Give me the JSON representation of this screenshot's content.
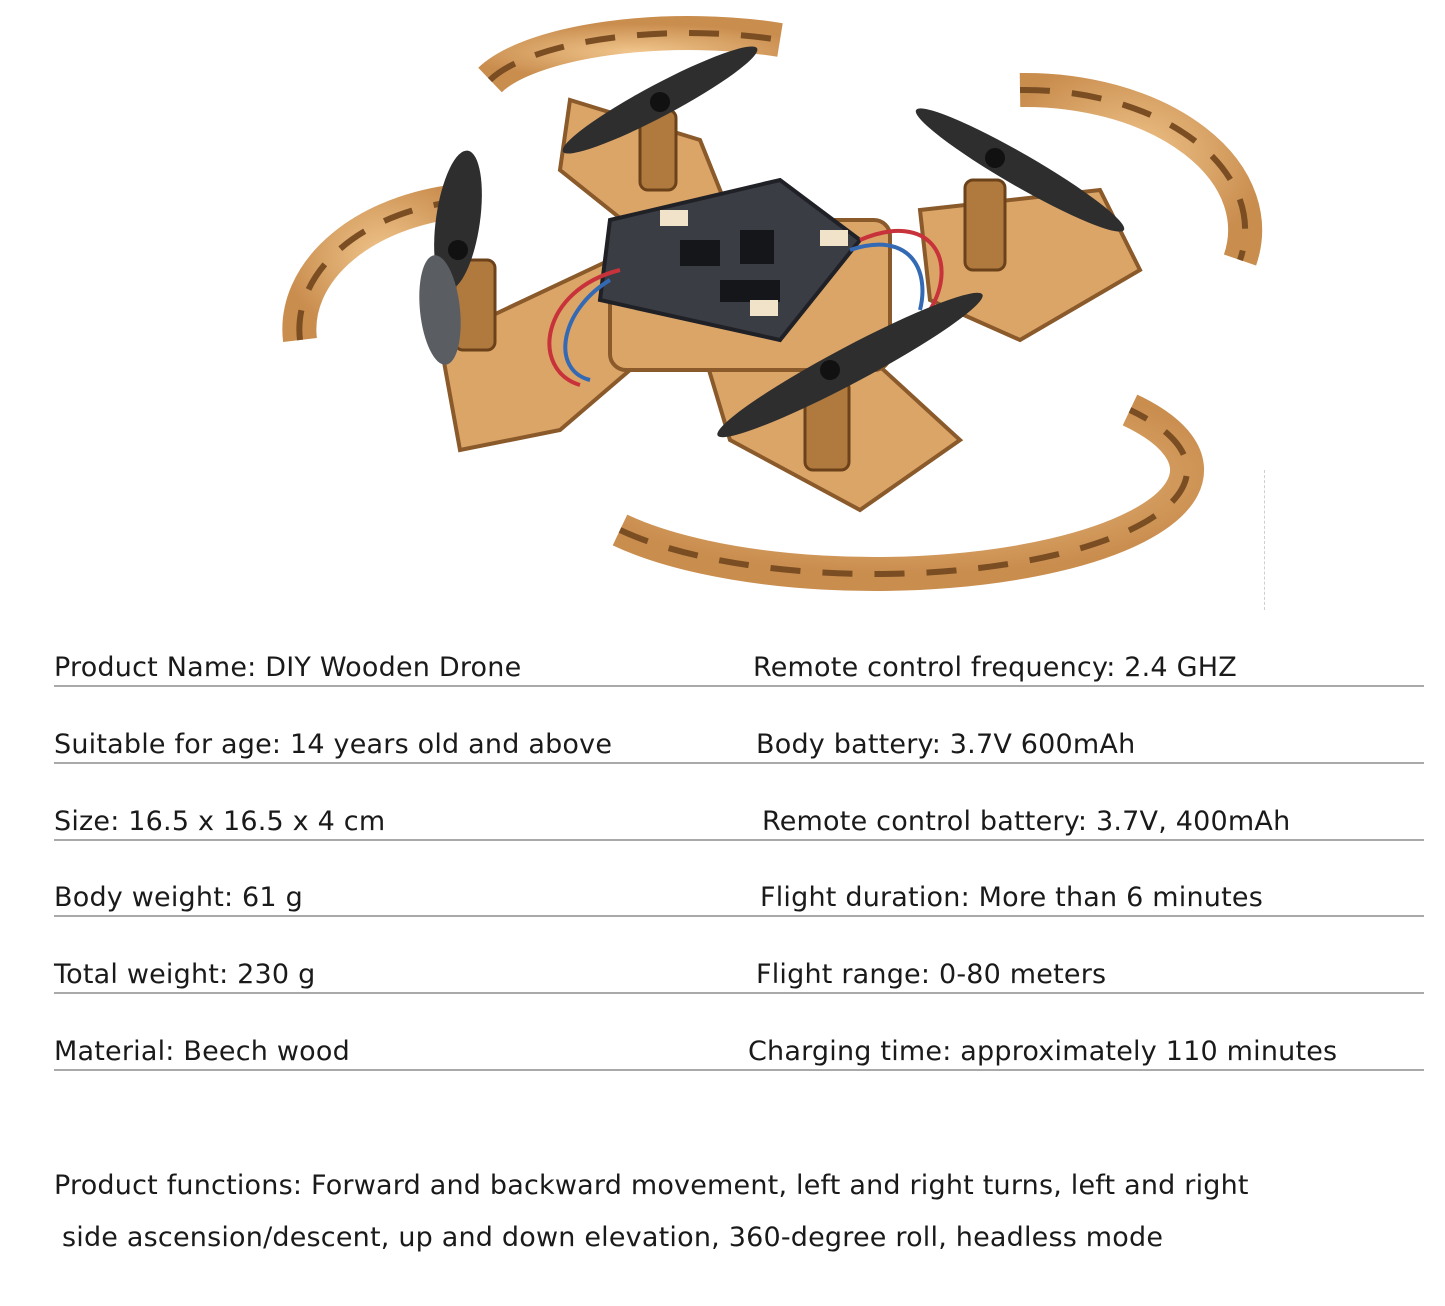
{
  "image": {
    "subject": "drone-photo",
    "colors": {
      "wood": "#d9a062",
      "wood_dark": "#8a5a2b",
      "propeller": "#2e2e2e",
      "board": "#3a3d44"
    }
  },
  "specs": [
    {
      "left": "Product Name: DIY Wooden Drone",
      "right": "Remote control frequency: 2.4 GHZ"
    },
    {
      "left": "Suitable for age: 14 years old and above",
      "right": "Body battery: 3.7V 600mAh"
    },
    {
      "left": "Size: 16.5 x 16.5 x 4 cm",
      "right": "Remote control battery: 3.7V, 400mAh"
    },
    {
      "left": "Body weight: 61 g",
      "right": "Flight duration: More than 6 minutes"
    },
    {
      "left": "Total weight: 230 g",
      "right": "Flight range: 0-80 meters"
    },
    {
      "left": "Material: Beech wood",
      "right": "Charging time: approximately 110 minutes"
    }
  ],
  "functions": {
    "line1": "Product functions: Forward and backward movement, left and right turns, left and right",
    "line2": "side ascension/descent, up and down elevation, 360-degree roll, headless mode"
  }
}
